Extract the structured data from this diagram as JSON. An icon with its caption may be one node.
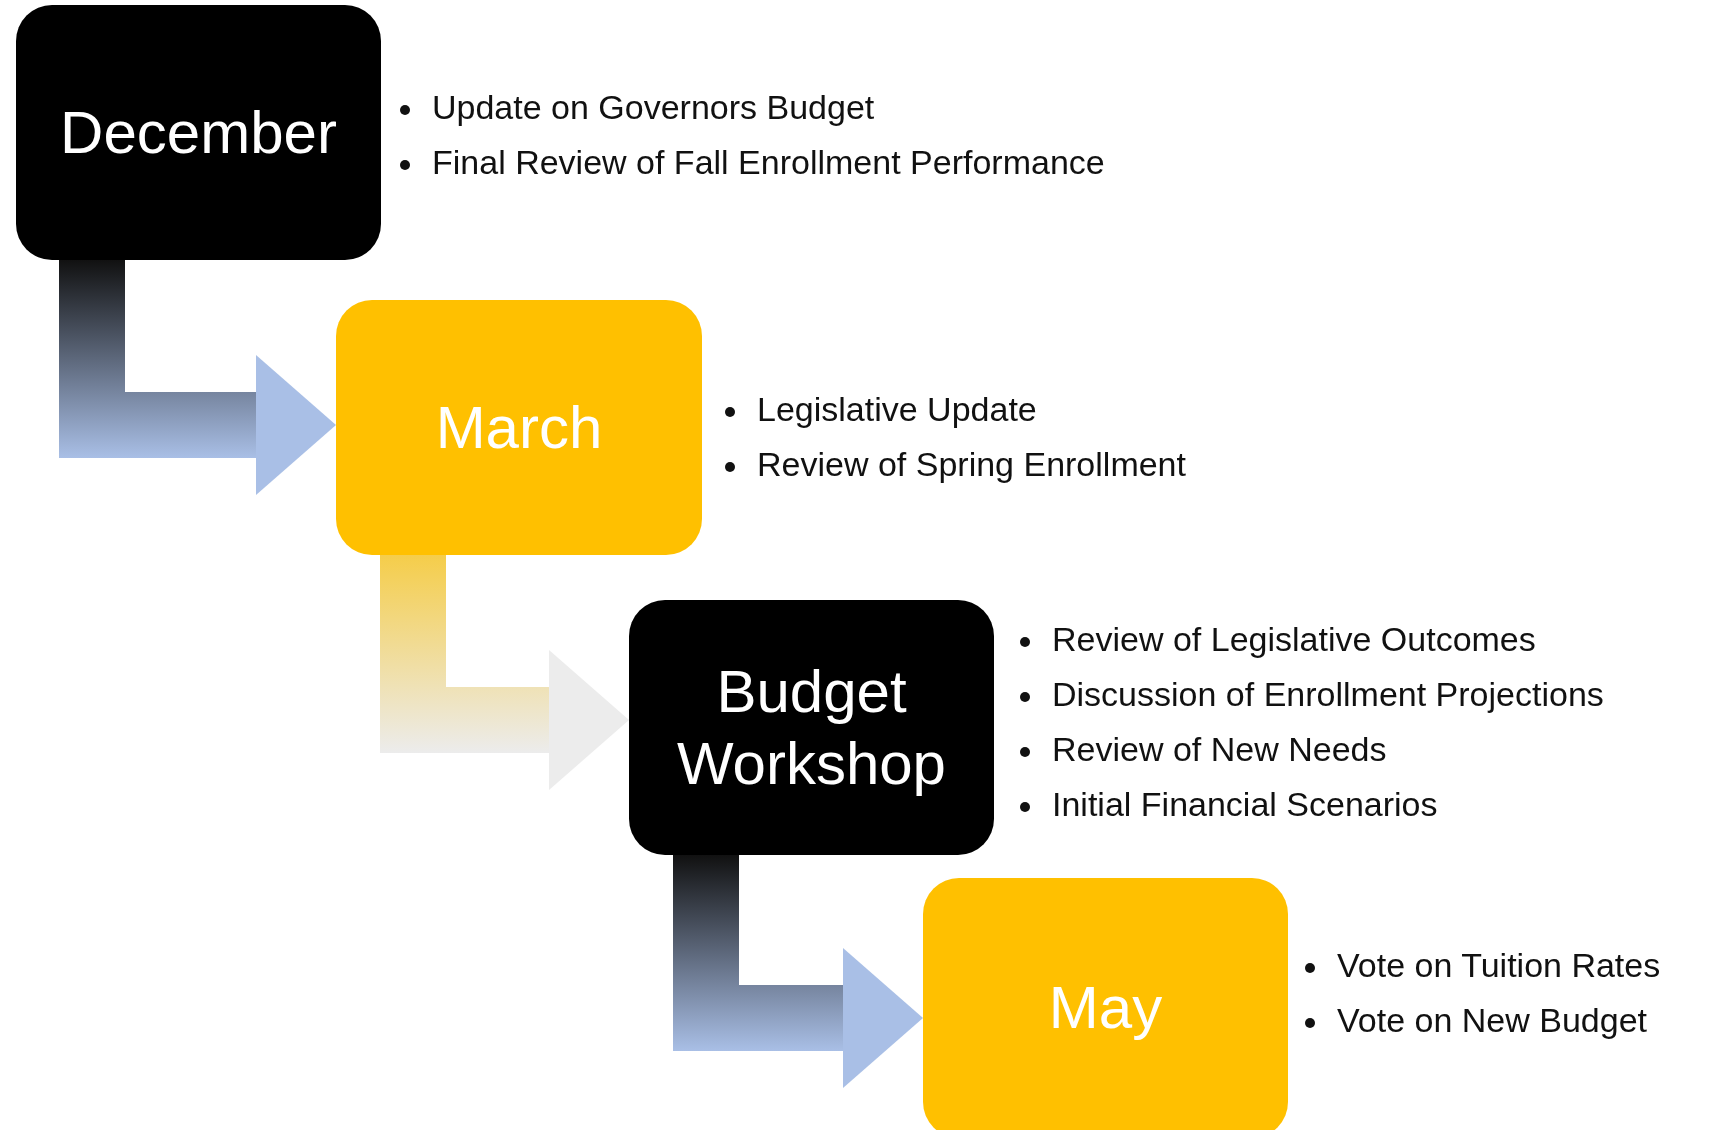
{
  "diagram": {
    "nodes": [
      {
        "text": [
          "December"
        ],
        "beside": [
          "Update on Governors Budget",
          "Final Review of Fall Enrollment Performance"
        ]
      },
      {
        "text": [
          "March"
        ],
        "beside": [
          "Legislative Update",
          "Review of Spring Enrollment"
        ]
      },
      {
        "text": [
          "Budget Workshop"
        ],
        "beside": [
          "Review of Legislative Outcomes",
          "Discussion of Enrollment Projections",
          "Review of New Needs",
          "Initial Financial Scenarios"
        ]
      },
      {
        "text": [
          "May"
        ],
        "beside": [
          "Vote on Tuition Rates",
          "Vote on New Budget"
        ]
      }
    ],
    "edges": [
      {
        "from": 0,
        "to": 1,
        "arrow": "to"
      },
      {
        "from": 1,
        "to": 2,
        "arrow": "to",
        "color": "#f5cd4a"
      },
      {
        "from": 2,
        "to": 3,
        "arrow": "to"
      }
    ]
  }
}
